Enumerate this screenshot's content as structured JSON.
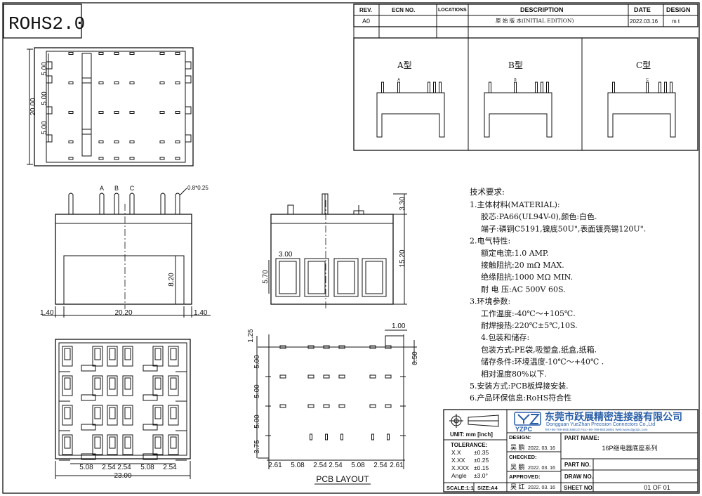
{
  "badge": "ROHS2.0",
  "revision_table": {
    "headers": [
      "REV.",
      "ECN NO.",
      "LOCATIONS",
      "DESCRIPTION",
      "DATE",
      "DESIGN"
    ],
    "row": {
      "rev": "A0",
      "ecn": "",
      "locations": "",
      "description": "原 始 版 本(INITIAL EDITION)",
      "date": "2022.03.16",
      "design": "m  t"
    }
  },
  "variants": [
    {
      "title": "A型",
      "pin_label": "A"
    },
    {
      "title": "B型",
      "pin_label": "B"
    },
    {
      "title": "C型",
      "pin_label": "C"
    }
  ],
  "dimensions": {
    "top_height": "20.00",
    "top_pitch": [
      "5.00",
      "5.00",
      "5.00"
    ],
    "front_pin_labels": [
      "A",
      "B",
      "C"
    ],
    "pin_size": "0.8*0.25",
    "front_width": "20.20",
    "front_left_offset": "1.40",
    "front_right_offset": "1.40",
    "front_height": "8.20",
    "side_pin": "3.30",
    "side_height": "15.20",
    "side_slot_w": "3.00",
    "side_slot_h": "5.70",
    "bottom_width": "23.00",
    "bottom_pitch": [
      "5.08",
      "2.54",
      "2.54",
      "5.08",
      "2.54"
    ],
    "pcb_top": "1.25",
    "pcb_hole": "1.00",
    "pcb_slot": "0.50",
    "pcb_pitch_v": [
      "5.00",
      "5.00",
      "5.00",
      "3.75"
    ],
    "pcb_pitch_h": [
      "2.61",
      "5.08",
      "2.54",
      "2.54",
      "5.08",
      "2.54",
      "2.61"
    ],
    "pcb_label": "PCB LAYOUT"
  },
  "tech": {
    "title": "技术要求:",
    "lines": [
      "1.主体材料(MATERIAL):",
      "  胶芯:PA66(UL94V-0),颜色:白色.",
      "  端子:磷铜C5191,镍底50U\",表面镀亮锡120U\".",
      "2.电气特性:",
      "  额定电流:1.0 AMP.",
      "  接触阻抗:20 mΩ MAX.",
      "  绝缘阻抗:1000 MΩ MIN.",
      "  耐 电 压:AC 500V 60S.",
      "3.环境参数:",
      "  工作温度:-40℃～+105℃.",
      "  耐焊接热:220℃±5℃,10S.",
      "  4.包装和储存:",
      "  包装方式:PE袋,吸塑盒,纸盒,纸箱.",
      "  储存条件:环境温度-10℃～+40℃ .",
      "  相对温度80%以下.",
      "5.安装方式:PCB板焊接安装.",
      "6.产品环保信息:RoHS符合性"
    ]
  },
  "title_block": {
    "logo": "YZPC",
    "company_cn": "东莞市跃展精密连接器有限公司",
    "company_en": "Dongguan YueZhan Precision Connectors Co.,Ltd",
    "contact": "Tel:+86-769-88316881/2  Fax:+86-769-88316891  Web:www.dgyzpc.com",
    "unit": "UNIT: mm [inch]",
    "tolerance_title": "TOLERANCE:",
    "tolerances": [
      [
        "X.X",
        "±0.35"
      ],
      [
        "X.XX",
        "±0.25"
      ],
      [
        "X.XXX",
        "±0.15"
      ],
      [
        "Angle",
        "±3.0°"
      ]
    ],
    "scale": "SCALE:1:1",
    "size": "SIZE:A4",
    "design_label": "DESIGN:",
    "checked_label": "CHECKED:",
    "approved_label": "APPROVED:",
    "design_sig": "吴 鹏",
    "checked_sig": "吴 鹏",
    "approved_sig": "吴 红",
    "date": "2022. 03. 16",
    "part_name_label": "PART NAME:",
    "part_name": "16P继电器底座系列",
    "part_no_label": "PART NO.",
    "draw_no_label": "DRAW NO.",
    "sheet_no_label": "SHEET NO.",
    "sheet": "01 OF 01"
  }
}
